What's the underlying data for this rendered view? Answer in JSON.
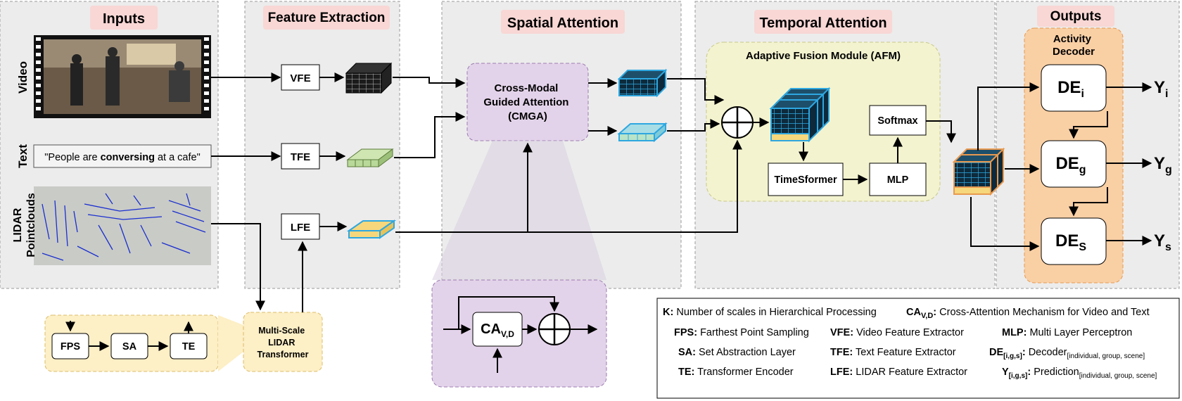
{
  "sections": {
    "inputs": "Inputs",
    "feature_extraction": "Feature Extraction",
    "spatial_attention": "Spatial Attention",
    "temporal_attention": "Temporal Attention",
    "outputs": "Outputs"
  },
  "input_labels": {
    "video": "Video",
    "text": "Text",
    "lidar_line1": "LIDAR",
    "lidar_line2": "Pointclouds"
  },
  "text_input": {
    "before": "\"People are ",
    "bold": "conversing",
    "after": " at a cafe\""
  },
  "extractors": {
    "vfe": "VFE",
    "tfe": "TFE",
    "lfe": "LFE"
  },
  "cmga": {
    "line1": "Cross-Modal",
    "line2": "Guided Attention",
    "line3": "(CMGA)"
  },
  "afm": {
    "title": "Adaptive Fusion Module (AFM)",
    "softmax": "Softmax",
    "timesformer": "TimeSformer",
    "mlp": "MLP"
  },
  "activity_decoder": {
    "line1": "Activity",
    "line2": "Decoder"
  },
  "decoders": [
    {
      "base": "DE",
      "sub": "i",
      "out": "Y",
      "out_sub": "i"
    },
    {
      "base": "DE",
      "sub": "g",
      "out": "Y",
      "out_sub": "g"
    },
    {
      "base": "DE",
      "sub": "S",
      "out": "Y",
      "out_sub": "s"
    }
  ],
  "lidar_pipeline": {
    "steps": [
      "FPS",
      "SA",
      "TE"
    ],
    "transformer_line1": "Multi-Scale",
    "transformer_line2": "LIDAR",
    "transformer_line3": "Transformer"
  },
  "ca_detail": {
    "base": "CA",
    "sub": "V,D"
  },
  "legend": {
    "row1": [
      {
        "key": "K:",
        "text": "Number of scales in Hierarchical Processing"
      },
      {
        "key": "CA",
        "key_sub": "V,D",
        "key_suffix": ":",
        "text": "Cross-Attention Mechanism for Video and Text"
      }
    ],
    "row2": [
      {
        "key": "FPS:",
        "text": "Farthest Point Sampling"
      },
      {
        "key": "VFE:",
        "text": "Video Feature Extractor"
      },
      {
        "key": "MLP:",
        "text": "Multi Layer Perceptron"
      }
    ],
    "row3": [
      {
        "key": "SA:",
        "text": "Set Abstraction Layer"
      },
      {
        "key": "TFE:",
        "text": "Text Feature Extractor"
      },
      {
        "key": "DE",
        "key_sub": "[i,g,s]",
        "key_suffix": ":",
        "text": "Decoder",
        "text_sub": "[individual, group, scene]"
      }
    ],
    "row4": [
      {
        "key": "TE:",
        "text": "Transformer Encoder"
      },
      {
        "key": "LFE:",
        "text": "LIDAR Feature Extractor"
      },
      {
        "key": "Y",
        "key_sub": "[i,g,s]",
        "key_suffix": ":",
        "text": "Prediction",
        "text_sub": "[individual, group, scene]"
      }
    ]
  },
  "colors": {
    "section_bg": "#ececec",
    "section_title_bg": "#f8d7d5",
    "cmga_fill": "#e3d3ea",
    "cmga_stroke": "#9b7bb0",
    "afm_fill": "#f3f3cf",
    "afm_stroke": "#c9c98a",
    "decoder_fill": "#f9cfa4",
    "decoder_stroke": "#e89a50",
    "lidar_box_fill": "#fdefc6",
    "lidar_box_stroke": "#dcbc68",
    "cube_cyan": "#2ea7e0",
    "cube_green": "#b9d99a",
    "cube_yellow": "#f6d77b"
  }
}
